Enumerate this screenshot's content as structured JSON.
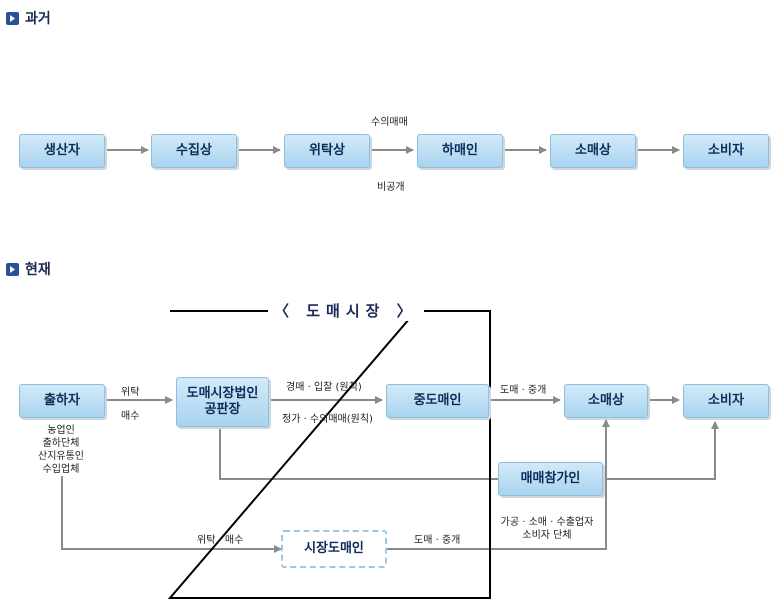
{
  "past": {
    "heading": "과거",
    "nodes": [
      "생산자",
      "수집상",
      "위탁상",
      "하매인",
      "소매상",
      "소비자"
    ],
    "label_top": "수의매매",
    "label_bottom": "비공개"
  },
  "present": {
    "heading": "현재",
    "market_title": "〈 도매시장 〉",
    "shipper": "출하자",
    "shipper_types": [
      "농업인",
      "출하단체",
      "산지유통인",
      "수입업체"
    ],
    "corp_line1": "도매시장법인",
    "corp_line2": "공판장",
    "broker": "중도매인",
    "retailer": "소매상",
    "consumer": "소비자",
    "participant": "매매참가인",
    "market_wholesaler": "시장도매인",
    "lbl_consign": "위탁",
    "lbl_buy": "매수",
    "lbl_auction": "경매 · 입찰 (원칙)",
    "lbl_fixed": "정가 · 수의매매(원칙)",
    "lbl_wholesale_broker_1": "도매 · 중개",
    "lbl_consign_buy": "위탁 · 매수",
    "lbl_wholesale_broker_2": "도매 · 중개",
    "participant_types": [
      "가공 · 소매 · 수출업자",
      "소비자 단체"
    ]
  },
  "colors": {
    "node_fill_top": "#d3eaf8",
    "node_fill_bottom": "#a9d3ef",
    "node_border": "#8cbfe0",
    "node_text": "#0f2b5a",
    "arrow": "#8a8a8a",
    "heading_icon": "#2a4f9a"
  }
}
